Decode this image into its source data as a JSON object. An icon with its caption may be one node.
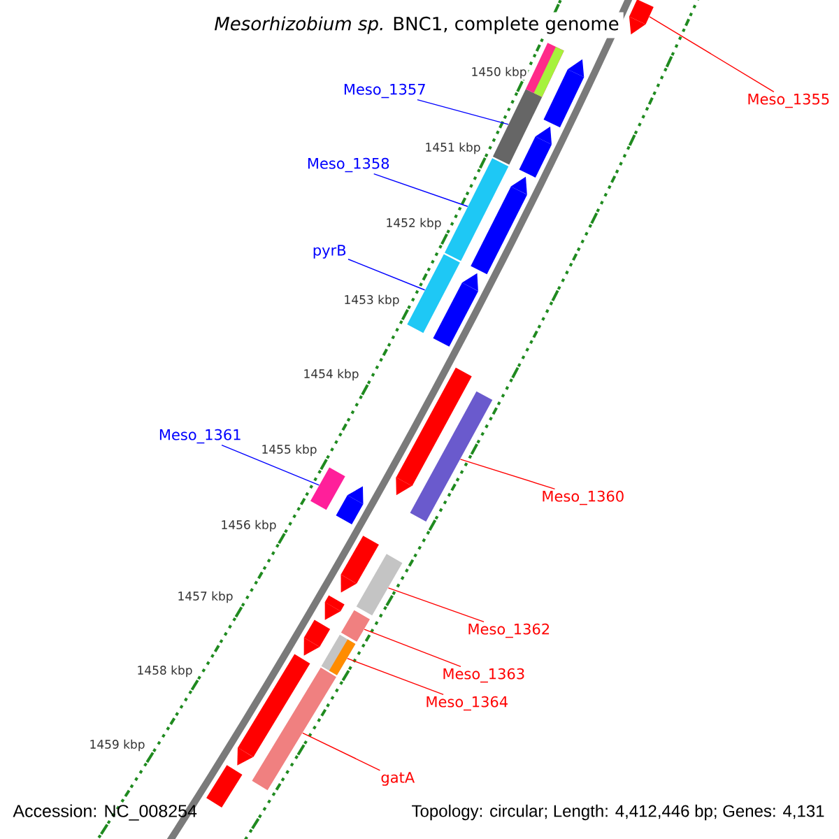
{
  "diagram": {
    "title": "*Mesorhizobium sp.* BNC1, complete genome",
    "nodes": [
      {
        "text": [
          "Meso_1355"
        ]
      },
      {
        "text": [
          "Meso_1357"
        ]
      },
      {
        "text": [
          "Meso_1358"
        ]
      },
      {
        "text": [
          "pyrB"
        ]
      },
      {
        "text": [
          "Meso_1361"
        ]
      },
      {
        "text": [
          "Meso_1360"
        ]
      },
      {
        "text": [
          "Meso_1362"
        ]
      },
      {
        "text": [
          "Meso_1363"
        ]
      },
      {
        "text": [
          "Meso_1364"
        ]
      },
      {
        "text": [
          "gatA"
        ]
      },
      {
        "text": [],
        "shape": "bar"
      },
      {
        "text": [],
        "shape": "bar"
      },
      {
        "text": [],
        "shape": "bar"
      },
      {
        "text": [],
        "shape": "bar"
      },
      {
        "text": [],
        "shape": "bar"
      },
      {
        "text": [],
        "shape": "bar"
      },
      {
        "text": [],
        "shape": "bar"
      },
      {
        "text": [],
        "shape": "bar"
      },
      {
        "text": [],
        "shape": "bar"
      },
      {
        "text": [],
        "shape": "bar"
      },
      {
        "text": [],
        "shape": "bar"
      },
      {
        "text": [],
        "shape": "bar"
      },
      {
        "text": [],
        "shape": "bar"
      },
      {
        "text": [],
        "shape": "bar"
      },
      {
        "text": [],
        "shape": "bar"
      },
      {
        "text": [],
        "shape": "bar"
      },
      {
        "text": [],
        "shape": "bar"
      },
      {
        "text": [],
        "shape": "bar"
      },
      {
        "text": [],
        "shape": "bar"
      },
      {
        "text": [],
        "shape": "bar"
      },
      {
        "text": [],
        "shape": "bar"
      },
      {
        "text": [],
        "shape": "bar"
      }
    ],
    "edges": [
      {
        "from": 0,
        "to": 10,
        "arrow": "none"
      },
      {
        "from": 1,
        "to": 11,
        "arrow": "none",
        "color": "#0000ff"
      },
      {
        "from": 2,
        "to": 12,
        "arrow": "none",
        "color": "#0000ff"
      },
      {
        "from": 3,
        "to": 13,
        "arrow": "none",
        "color": "#0000ff"
      },
      {
        "from": 4,
        "to": 14,
        "arrow": "none",
        "color": "#0000ff"
      },
      {
        "from": 5,
        "to": 15,
        "arrow": "none"
      },
      {
        "from": 6,
        "to": 16,
        "arrow": "none"
      },
      {
        "from": 7,
        "to": 17,
        "arrow": "none"
      },
      {
        "from": 8,
        "to": 18,
        "arrow": "none"
      },
      {
        "from": 9,
        "to": 19,
        "arrow": "none"
      }
    ],
    "labels": [
      "1450 kbp",
      "1451 kbp",
      "1452 kbp",
      "1453 kbp",
      "1454 kbp",
      "1455 kbp",
      "1456 kbp",
      "1457 kbp",
      "1458 kbp",
      "1459 kbp",
      "Accession: NC_008254",
      "Topology: circular; Length: 4,412,446 bp; Genes: 4,131"
    ]
  }
}
